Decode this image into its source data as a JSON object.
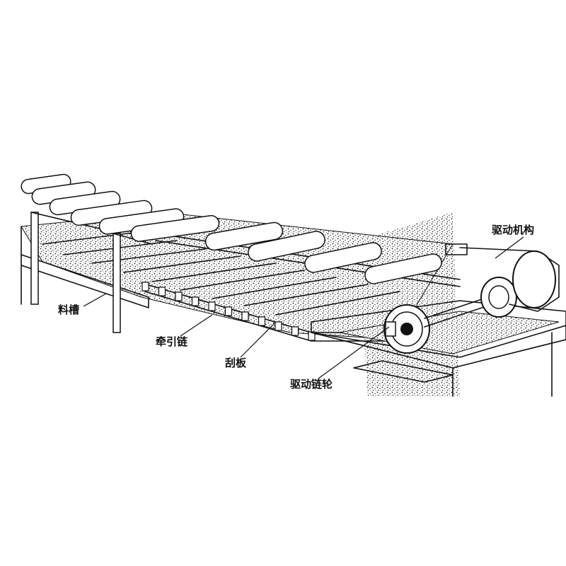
{
  "labels": {
    "trough": "料槽",
    "traction_chain": "牵引链",
    "scraper": "刮板",
    "drive_sprocket": "驱动链轮",
    "drive_mechanism": "驱动机构"
  }
}
